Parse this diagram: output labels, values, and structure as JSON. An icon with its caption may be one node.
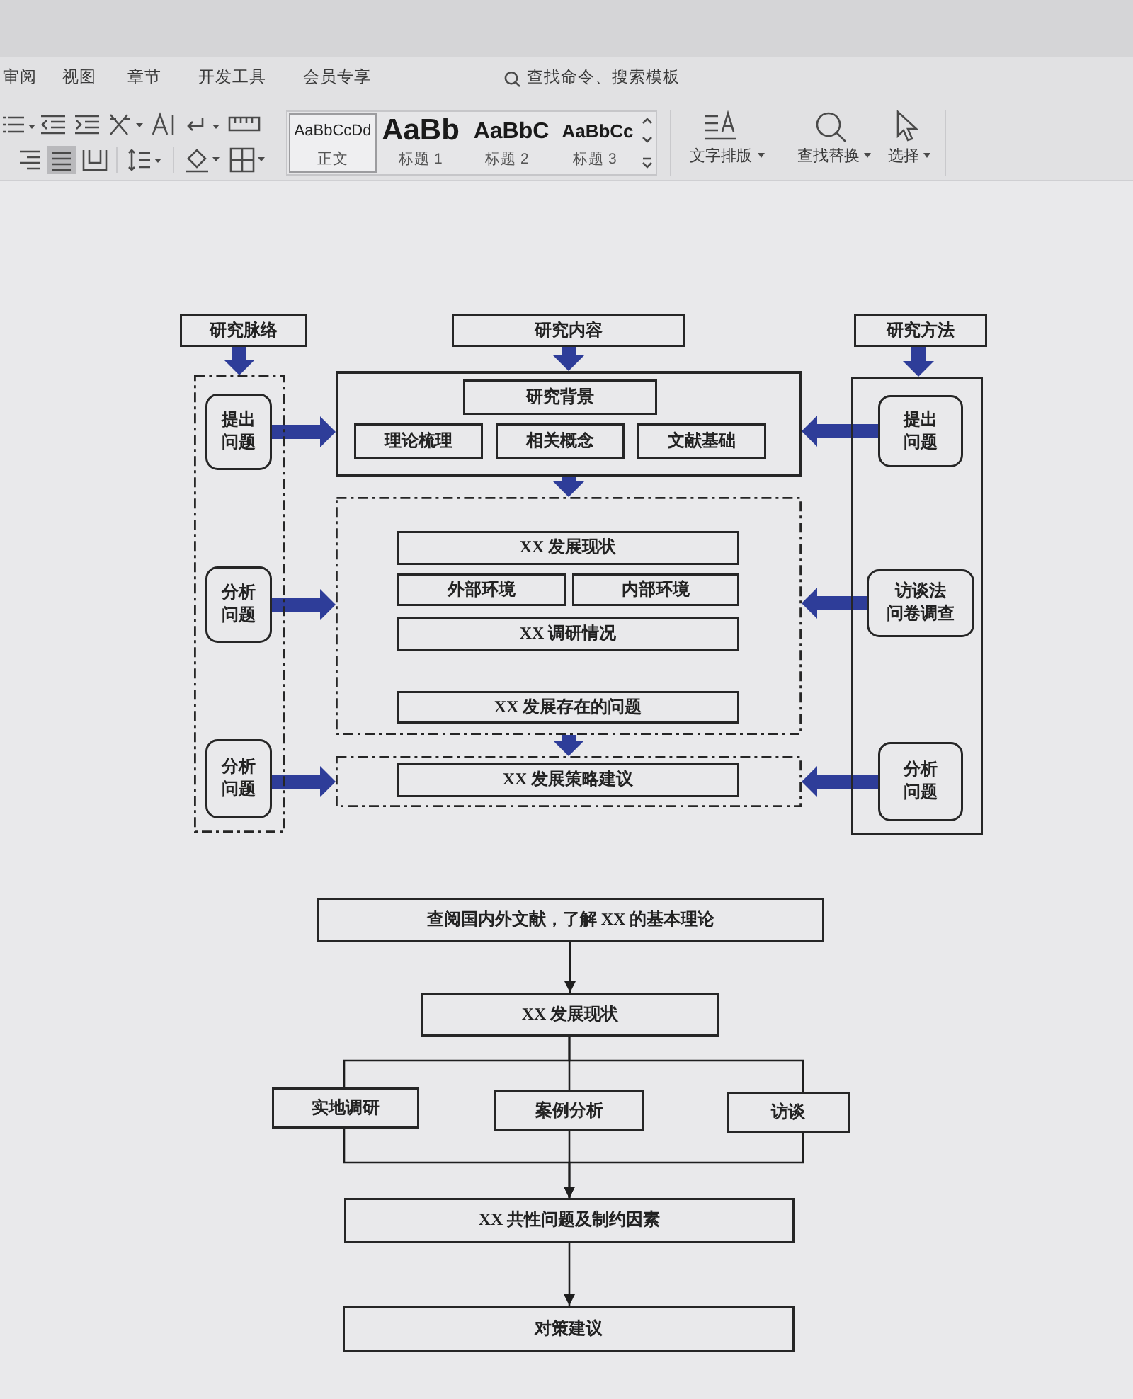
{
  "diagram": {
    "nodes": [
      {
        "text": [
          "研究脉络"
        ]
      },
      {
        "text": [
          "研究内容"
        ]
      },
      {
        "text": [
          "研究方法"
        ]
      },
      {
        "text": [],
        "shape": "box"
      },
      {
        "text": [
          "提出问题"
        ],
        "in": 3
      },
      {
        "text": [
          "分析问题"
        ],
        "in": 3
      },
      {
        "text": [
          "分析问题"
        ],
        "in": 3
      },
      {
        "text": [],
        "shape": "box"
      },
      {
        "text": [
          "研究背景"
        ],
        "in": 7
      },
      {
        "text": [
          "理论梳理"
        ],
        "in": 7
      },
      {
        "text": [
          "相关概念"
        ],
        "in": 7
      },
      {
        "text": [
          "文献基础"
        ],
        "in": 7
      },
      {
        "text": [],
        "shape": "box"
      },
      {
        "text": [
          "XX 发展现状"
        ],
        "in": 12
      },
      {
        "text": [
          "外部环境"
        ],
        "in": 12
      },
      {
        "text": [
          "内部环境"
        ],
        "in": 12
      },
      {
        "text": [
          "XX 调研情况"
        ],
        "in": 12
      },
      {
        "text": [
          "XX 发展存在的问题"
        ],
        "in": 12
      },
      {
        "text": [],
        "shape": "box"
      },
      {
        "text": [
          "XX 发展策略建议"
        ],
        "in": 18
      },
      {
        "text": [],
        "shape": "box"
      },
      {
        "text": [
          "提出问题"
        ],
        "in": 20
      },
      {
        "text": [
          "访谈法",
          "问卷调查"
        ],
        "in": 20
      },
      {
        "text": [
          "分析问题"
        ],
        "in": 20
      },
      {
        "text": [
          "查阅国内外文献，了解 XX 的基本理论"
        ]
      },
      {
        "text": [
          "XX 发展现状"
        ]
      },
      {
        "text": [
          "实地调研"
        ]
      },
      {
        "text": [
          "案例分析"
        ]
      },
      {
        "text": [
          "访谈"
        ]
      },
      {
        "text": [
          "XX 共性问题及制约因素"
        ]
      },
      {
        "text": [
          "对策建议"
        ]
      }
    ],
    "edges": [
      {
        "from": 0,
        "to": 3,
        "arrow": "to"
      },
      {
        "from": 1,
        "to": 7,
        "arrow": "to"
      },
      {
        "from": 2,
        "to": 20,
        "arrow": "to"
      },
      {
        "from": 4,
        "to": 7,
        "arrow": "to"
      },
      {
        "from": 21,
        "to": 7,
        "arrow": "to"
      },
      {
        "from": 7,
        "to": 12,
        "arrow": "to"
      },
      {
        "from": 5,
        "to": 12,
        "arrow": "to"
      },
      {
        "from": 22,
        "to": 12,
        "arrow": "to"
      },
      {
        "from": 12,
        "to": 18,
        "arrow": "to"
      },
      {
        "from": 6,
        "to": 18,
        "arrow": "to"
      },
      {
        "from": 23,
        "to": 18,
        "arrow": "to"
      },
      {
        "from": 24,
        "to": 25,
        "arrow": "to",
        "color": "#1e1e1e"
      },
      {
        "from": 25,
        "to": 26,
        "arrow": "none",
        "color": "#1e1e1e"
      },
      {
        "from": 25,
        "to": 27,
        "arrow": "none",
        "color": "#1e1e1e"
      },
      {
        "from": 25,
        "to": 28,
        "arrow": "none",
        "color": "#1e1e1e"
      },
      {
        "from": 26,
        "to": 29,
        "arrow": "to",
        "color": "#1e1e1e"
      },
      {
        "from": 27,
        "to": 29,
        "arrow": "to",
        "color": "#1e1e1e"
      },
      {
        "from": 28,
        "to": 29,
        "arrow": "to",
        "color": "#1e1e1e"
      },
      {
        "from": 29,
        "to": 30,
        "arrow": "to",
        "color": "#1e1e1e"
      }
    ],
    "labels": [
      "审阅",
      "视图",
      "章节",
      "开发工具",
      "会员专享",
      "查找命令、搜索模板",
      "AaBbCcDd",
      "正文",
      "AaBb",
      "标题 1",
      "AaBbC",
      "标题 2",
      "AaBbCc",
      "标题 3",
      "文字排版",
      "查找替换",
      "选择"
    ]
  }
}
